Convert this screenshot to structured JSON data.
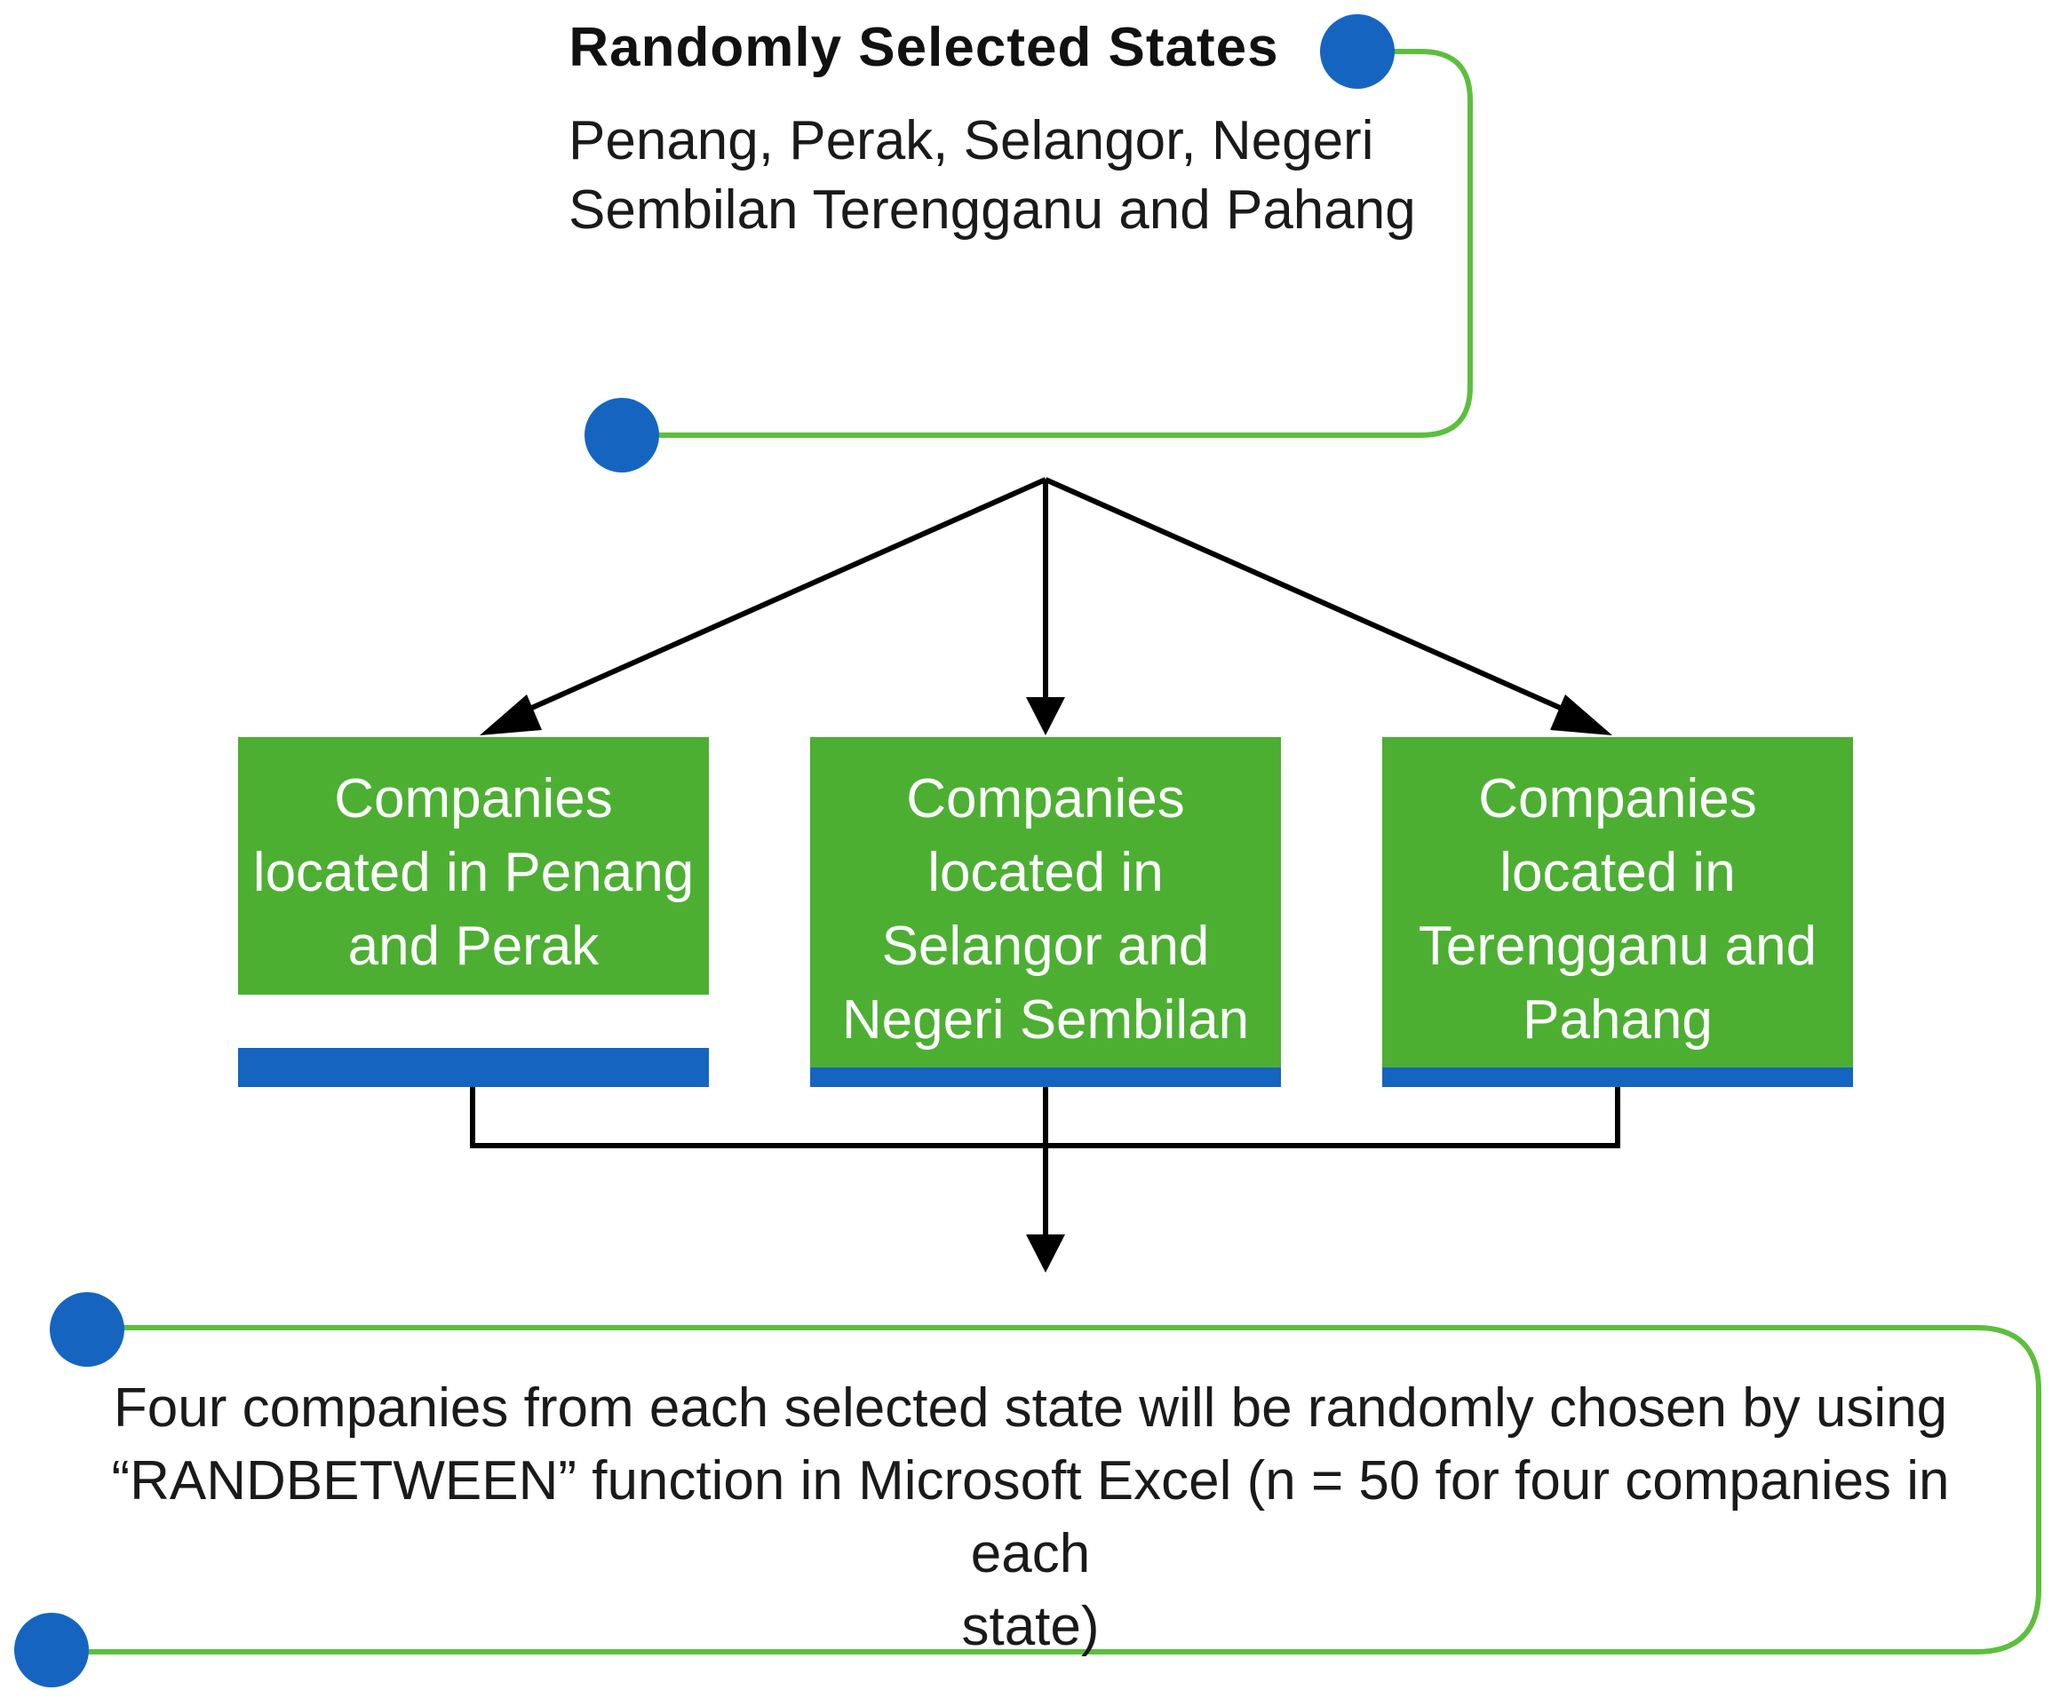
{
  "colors": {
    "box_fill": "#4caf32",
    "accent_bar": "#1565c0",
    "connector_green": "#5cbf3c",
    "dot_blue": "#1565c0",
    "arrow": "#000000"
  },
  "header": {
    "title": "Randomly Selected States",
    "states": "Penang, Perak, Selangor, Negeri\nSembilan Terengganu and Pahang"
  },
  "boxes": [
    {
      "label": "Companies\nlocated in Penang\nand Perak"
    },
    {
      "label": "Companies\nlocated in\nSelangor and\nNegeri Sembilan"
    },
    {
      "label": "Companies\nlocated in\nTerengganu and\nPahang"
    }
  ],
  "result": {
    "text": "Four companies from each selected state will be randomly chosen by using\n“RANDBETWEEN” function in Microsoft Excel (n = 50 for four companies in each\nstate)"
  }
}
